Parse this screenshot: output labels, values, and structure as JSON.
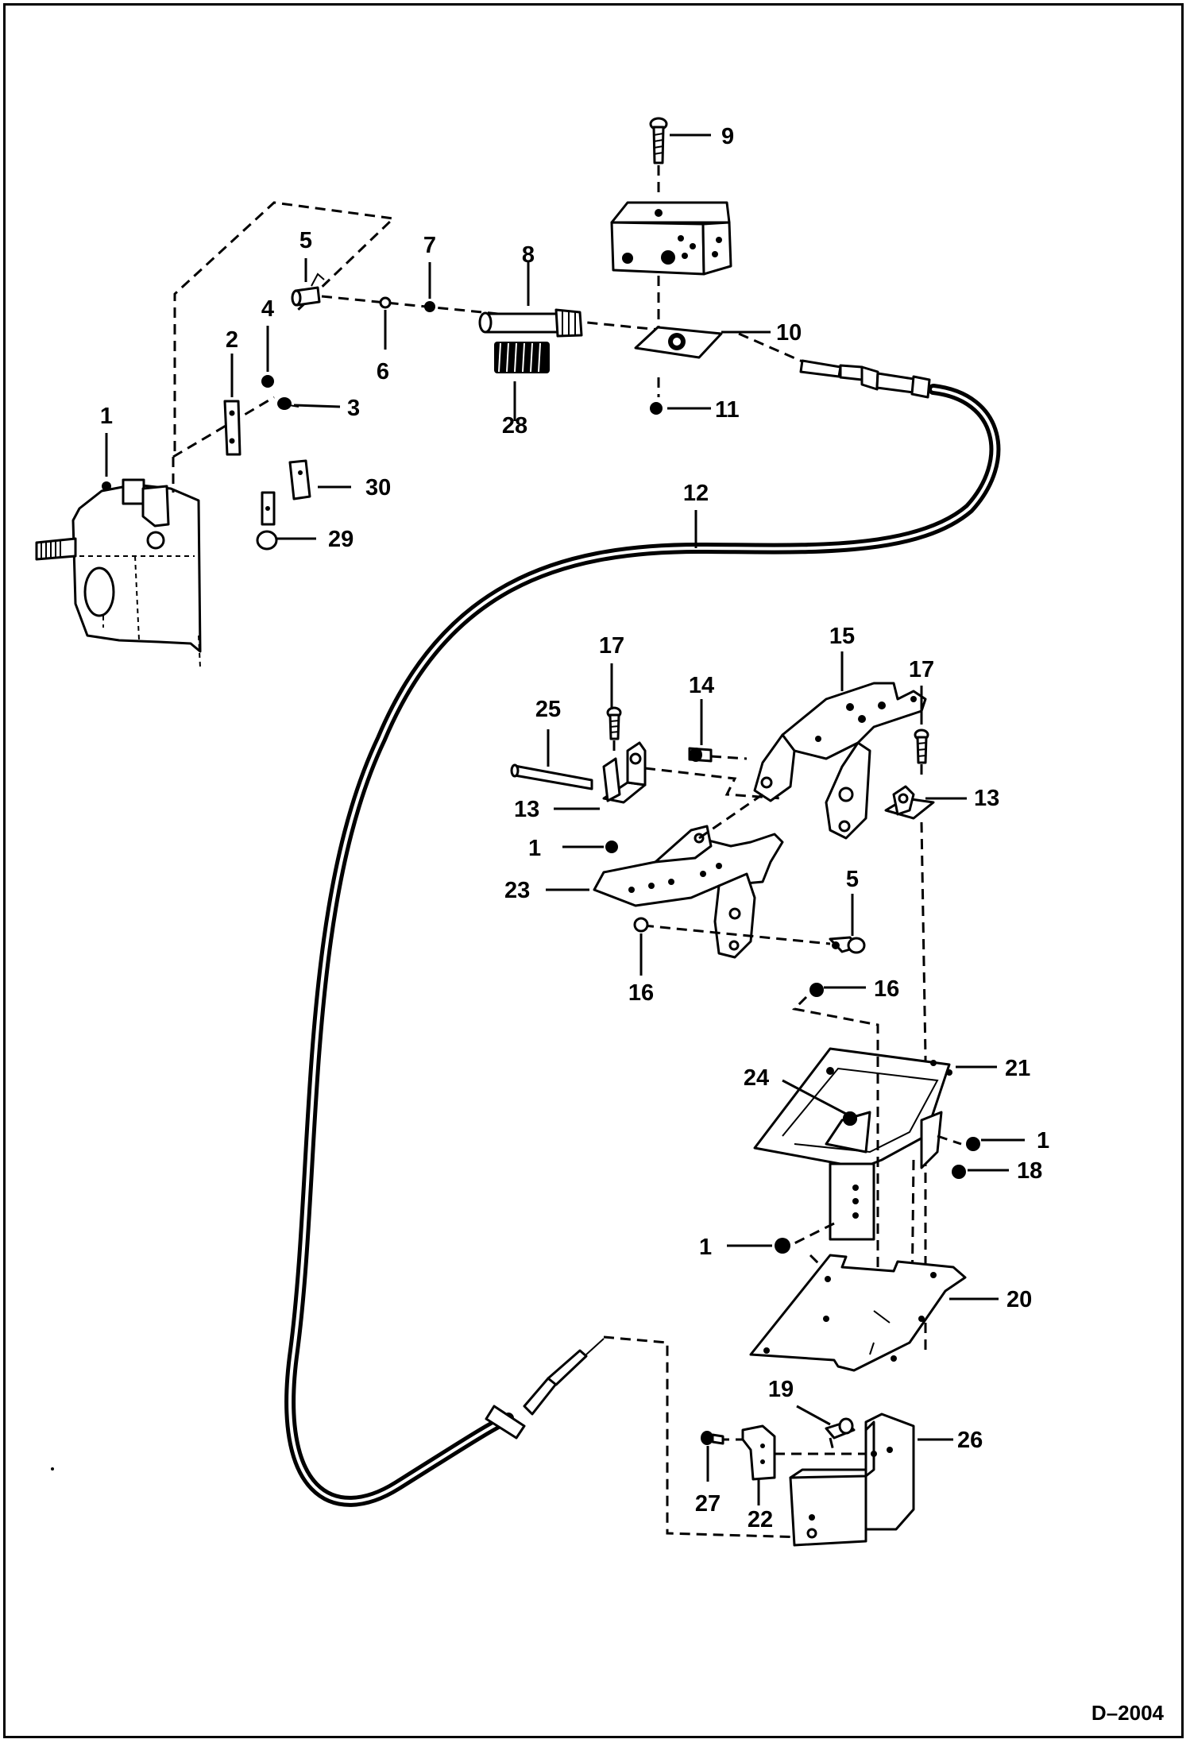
{
  "drawing_number": "D–2004",
  "callouts": {
    "c1a": "1",
    "c1b": "1",
    "c1c": "1",
    "c1d": "1",
    "c2": "2",
    "c3": "3",
    "c4": "4",
    "c5a": "5",
    "c5b": "5",
    "c6": "6",
    "c7": "7",
    "c8": "8",
    "c9": "9",
    "c10": "10",
    "c11": "11",
    "c12": "12",
    "c13a": "13",
    "c13b": "13",
    "c14": "14",
    "c15": "15",
    "c16a": "16",
    "c16b": "16",
    "c17a": "17",
    "c17b": "17",
    "c18": "18",
    "c19": "19",
    "c20": "20",
    "c21": "21",
    "c22": "22",
    "c23": "23",
    "c24": "24",
    "c25": "25",
    "c26": "26",
    "c27": "27",
    "c28": "28",
    "c29": "29",
    "c30": "30"
  }
}
